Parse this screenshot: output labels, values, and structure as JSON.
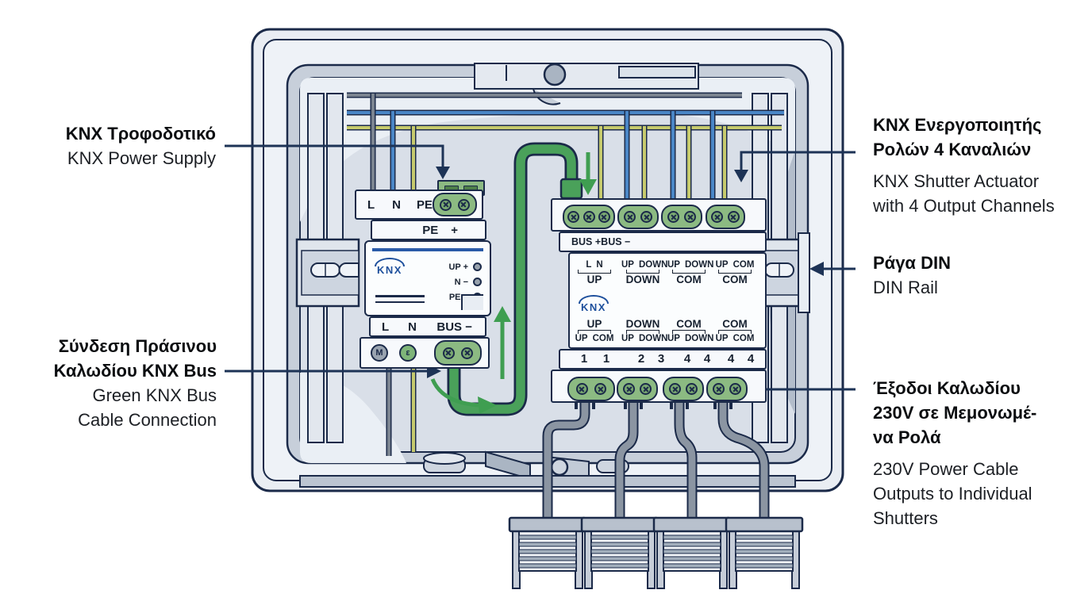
{
  "callouts": {
    "power_supply": {
      "el": "KNX Τροφοδοτικό",
      "en": "KNX Power Supply"
    },
    "bus_connection": {
      "el1": "Σύνδεση Πράσινου",
      "el2": "Καλωδίου KNX Bus",
      "en1": "Green KNX Bus",
      "en2": "Cable Connection"
    },
    "actuator": {
      "el1": "KNX Ενεργοποιητής",
      "el2": "Ρολών 4 Καναλιών",
      "en1": "KNX Shutter Actuator",
      "en2": "with 4 Output Channels"
    },
    "din_rail": {
      "el": "Ράγα DIN",
      "en": "DIN Rail"
    },
    "outputs": {
      "el1": "Έξοδοι Καλωδίου",
      "el2": "230V σε Μεμονωμέ-",
      "el3": "να Ρολά",
      "en1": "230V Power Cable",
      "en2": "Outputs to Individual",
      "en3": "Shutters"
    }
  },
  "psu": {
    "brand": "KNX",
    "top_terminals": [
      "L",
      "N",
      "PE"
    ],
    "mid_row": [
      "PE",
      "+"
    ],
    "leds": [
      "UP +",
      "N −",
      "PE −"
    ],
    "bottom_row": [
      "L",
      "N",
      "BUS −"
    ],
    "symbols": [
      "M",
      "ε"
    ]
  },
  "actuator": {
    "brand": "KNX",
    "bus_row": "BUS +BUS −",
    "top_groups": [
      {
        "a": "L",
        "b": "N",
        "ch": "UP"
      },
      {
        "a": "UP",
        "b": "DOWN",
        "ch": "DOWN"
      },
      {
        "a": "UP",
        "b": "DOWN",
        "ch": "COM"
      },
      {
        "a": "UP",
        "b": "COM",
        "ch": "COM"
      }
    ],
    "bottom_groups": [
      {
        "ch": "UP",
        "a": "UP",
        "b": "COM"
      },
      {
        "ch": "DOWN",
        "a": "UP",
        "b": "DOWN"
      },
      {
        "ch": "COM",
        "a": "UP",
        "b": "DOWN"
      },
      {
        "ch": "COM",
        "a": "UP",
        "b": "COM"
      }
    ],
    "numbers": [
      "1",
      "1",
      "2",
      "3",
      "4",
      "4",
      "4",
      "4"
    ]
  },
  "colors": {
    "outline_navy": "#1b2a49",
    "leader_navy": "#1d3356",
    "knx_blue": "#1d4f9c",
    "bus_green": "#4aa15a",
    "arrow_green": "#3f9e51",
    "terminal_green": "#8cba82",
    "wire_blue": "#4a86c6",
    "wire_yellow_green": "#c6ca6d",
    "wire_gray": "#7b8490",
    "enclosure_light": "#e9edf3",
    "enclosure_recess": "#c7cfda"
  }
}
